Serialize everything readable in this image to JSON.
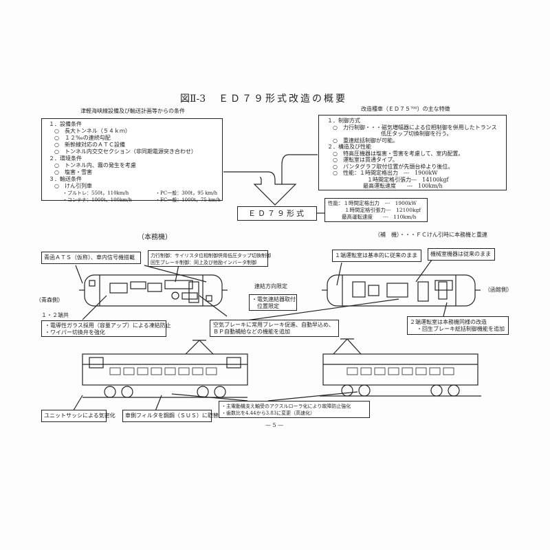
{
  "title": {
    "fig": "図Ⅱ-3",
    "text": "ＥＤ７９形式改造の概要"
  },
  "left_caption": "津軽海峡線設備及び輸送計画等からの条件",
  "left_box": [
    "１．設備条件",
    "○　長大トンネル（５４ｋｍ）",
    "○　１２‰の連続勾配",
    "○　新幹線対応のＡＴＣ設備",
    "○　トンネル内交交セクション（非同期電源突き合わせ）",
    "２．環境条件",
    "○　トンネル内、霧の発生を考慮",
    "○　塩害・雪害",
    "３．輸送条件",
    "○　けん引列車"
  ],
  "left_box_trains": [
    "・ブルトレ：550t，110km/h",
    "・コンテナ：1000t，100km/h",
    "・PC一般：300t，95 km/h",
    "・FC一般：1000t，75 km/h"
  ],
  "right_caption": "改造種車（ＥＤ７５⁷⁰⁰）の主な特徴",
  "right_box": [
    "１．制御方式",
    "○　力行制御・・・磁気増幅器による位相制御を併用したトランス",
    "低圧タップ切換制御を行う。",
    "○　重連総括制御が可能。",
    "２．構造及び性能",
    "○　特高圧機器は塩害・雪害を考慮して、室内配置。",
    "○　運転室は貫通タイプ。",
    "○　パンタグラフ取付位置が先頭台枠より後位。",
    "○　性能：１時間定格出力　---　1900kW",
    "１時間定格引張力---　14100kgf",
    "最高運転速度　　---　100km/h"
  ],
  "ed79_label": "ＥＤ７９形式",
  "perf_box": [
    "性能：１時間定格出力　---　1900kW",
    "１時間定格引張力---　12100kgf",
    "最高運転速度　　---　110km/h"
  ],
  "main_loco": "（本務機）",
  "helper_loco": "（補　機）・・・ＦＣけん引時に本務機と重連",
  "aomori_side": "（青森側）",
  "hakodate_side": "（函館側）",
  "callouts": {
    "ats": "青函ＡＴＳ（仮称）、車内信号機搭載",
    "control": [
      "力行制御：サイリスタ位相制御併用低圧タップ切換制御",
      "回生ブレーキ制御：同上及び他励インバータ制御"
    ],
    "coupling_title": "連結方向限定",
    "coupling": [
      "・電気連結器取付",
      "位置限定"
    ],
    "ends_label": "１・２端共",
    "glass": [
      "・電導性ガラス採用（容量アップ）による凍結防止",
      "・ワイパー切換弁を強化"
    ],
    "brake": [
      "空気ブレーキに常用ブレーキ促進、自動早込め、",
      "ＢＰ自動補給などの機能を追加"
    ],
    "cab1": "１端運転室は基本的に従来のまま",
    "machine": "機械室機器は従来のまま",
    "cab2": [
      "２端運転室は本務機同様の改造",
      "・回生ブレーキ総括制御機能を追加"
    ],
    "sash": "ユニットサッシによる気密化",
    "filter": "車側フィルタを鋼鋼（ＳＵＳ）に取替",
    "motor": [
      "・主電動機支え軸受のアクスルローラ化により故障防止強化",
      "・歯数比を4.44から3.83に変更（高速化）"
    ]
  },
  "page_number": "— 5 —"
}
